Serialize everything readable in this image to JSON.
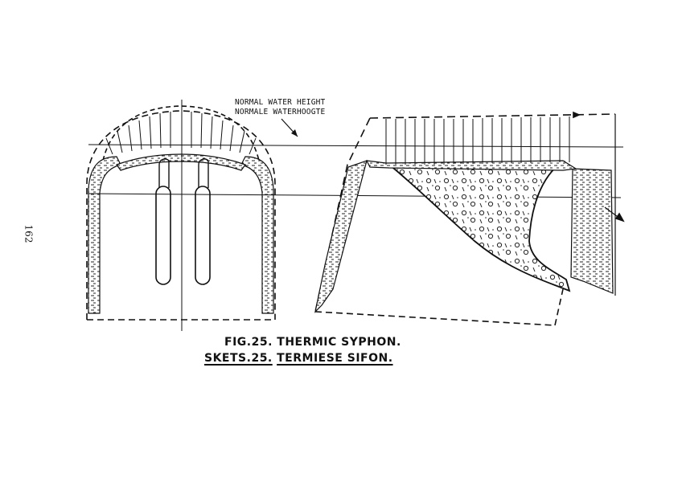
{
  "page": {
    "page_number": "162"
  },
  "annotation": {
    "water_label_en": "NORMAL WATER HEIGHT",
    "water_label_af": "NORMALE WATERHOOGTE"
  },
  "caption": {
    "line1_fig": "FIG.25.",
    "line1_title": "THERMIC  SYPHON.",
    "line2_fig": "SKETS.25.",
    "line2_title": "TERMIESE  SIFON."
  },
  "colors": {
    "ink": "#111111",
    "paper": "#ffffff"
  }
}
